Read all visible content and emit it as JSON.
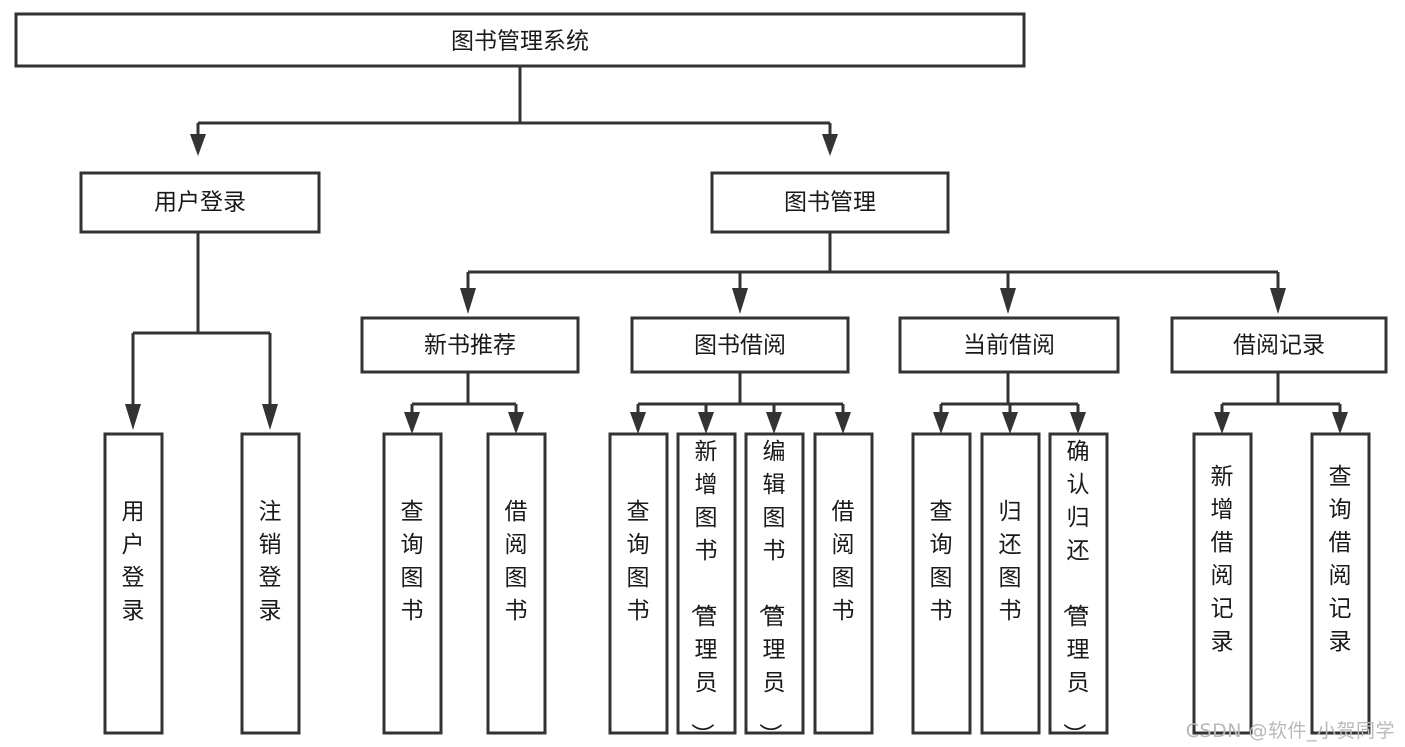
{
  "diagram": {
    "type": "tree-hierarchy",
    "title": "图书管理系统",
    "watermark": "CSDN @软件_小贺同学",
    "colors": {
      "stroke": "#333333",
      "fill": "#ffffff",
      "text": "#1a1a1a",
      "watermark": "#b9b9b9"
    },
    "levels": {
      "root": {
        "label": "图书管理系统"
      },
      "level2": [
        {
          "label": "用户登录"
        },
        {
          "label": "图书管理"
        }
      ],
      "level3": [
        {
          "label": "新书推荐"
        },
        {
          "label": "图书借阅"
        },
        {
          "label": "当前借阅"
        },
        {
          "label": "借阅记录"
        }
      ],
      "leaves": {
        "user_login": [
          {
            "label": "用户登录"
          },
          {
            "label": "注销登录"
          }
        ],
        "new_book_recommend": [
          {
            "label": "查询图书"
          },
          {
            "label": "借阅图书"
          }
        ],
        "book_borrow": [
          {
            "label": "查询图书"
          },
          {
            "label": "新增图书（管理员）"
          },
          {
            "label": "编辑图书（管理员）"
          },
          {
            "label": "借阅图书"
          }
        ],
        "current_borrow": [
          {
            "label": "查询图书"
          },
          {
            "label": "归还图书"
          },
          {
            "label": "确认归还（管理员）"
          }
        ],
        "borrow_record": [
          {
            "label": "新增借阅记录"
          },
          {
            "label": "查询借阅记录"
          }
        ]
      }
    }
  }
}
